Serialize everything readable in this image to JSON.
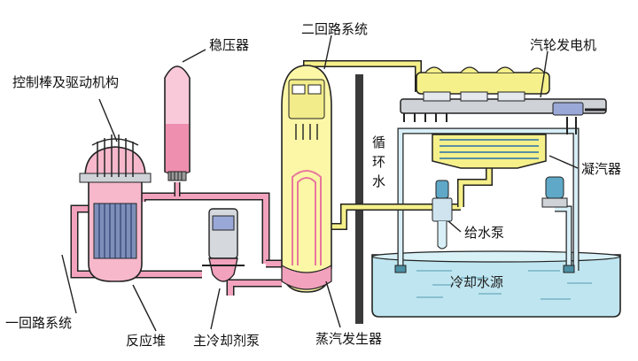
{
  "labels": {
    "control_rods": "控制棒及驱动机构",
    "pressurizer": "稳压器",
    "secondary_loop": "二回路系统",
    "turbine_generator": "汽轮发电机",
    "circulating_water": [
      "循",
      "环",
      "水"
    ],
    "condenser": "凝汽器",
    "feedwater_pump": "给水泵",
    "cooling_source": "冷却水源",
    "primary_loop": "一回路系统",
    "reactor": "反应堆",
    "main_coolant_pump": "主冷却剂泵",
    "steam_generator": "蒸汽发生器"
  },
  "colors": {
    "primary_loop": "#f2a2bc",
    "primary_fill": "#f7b8cc",
    "secondary_loop": "#f6f08a",
    "steam_generator": "#fbf7a6",
    "cooling_water": "#bfe6f0",
    "cooling_pipe": "#d8eff7",
    "outline": "#222222",
    "metal": "#cfd3d8"
  }
}
